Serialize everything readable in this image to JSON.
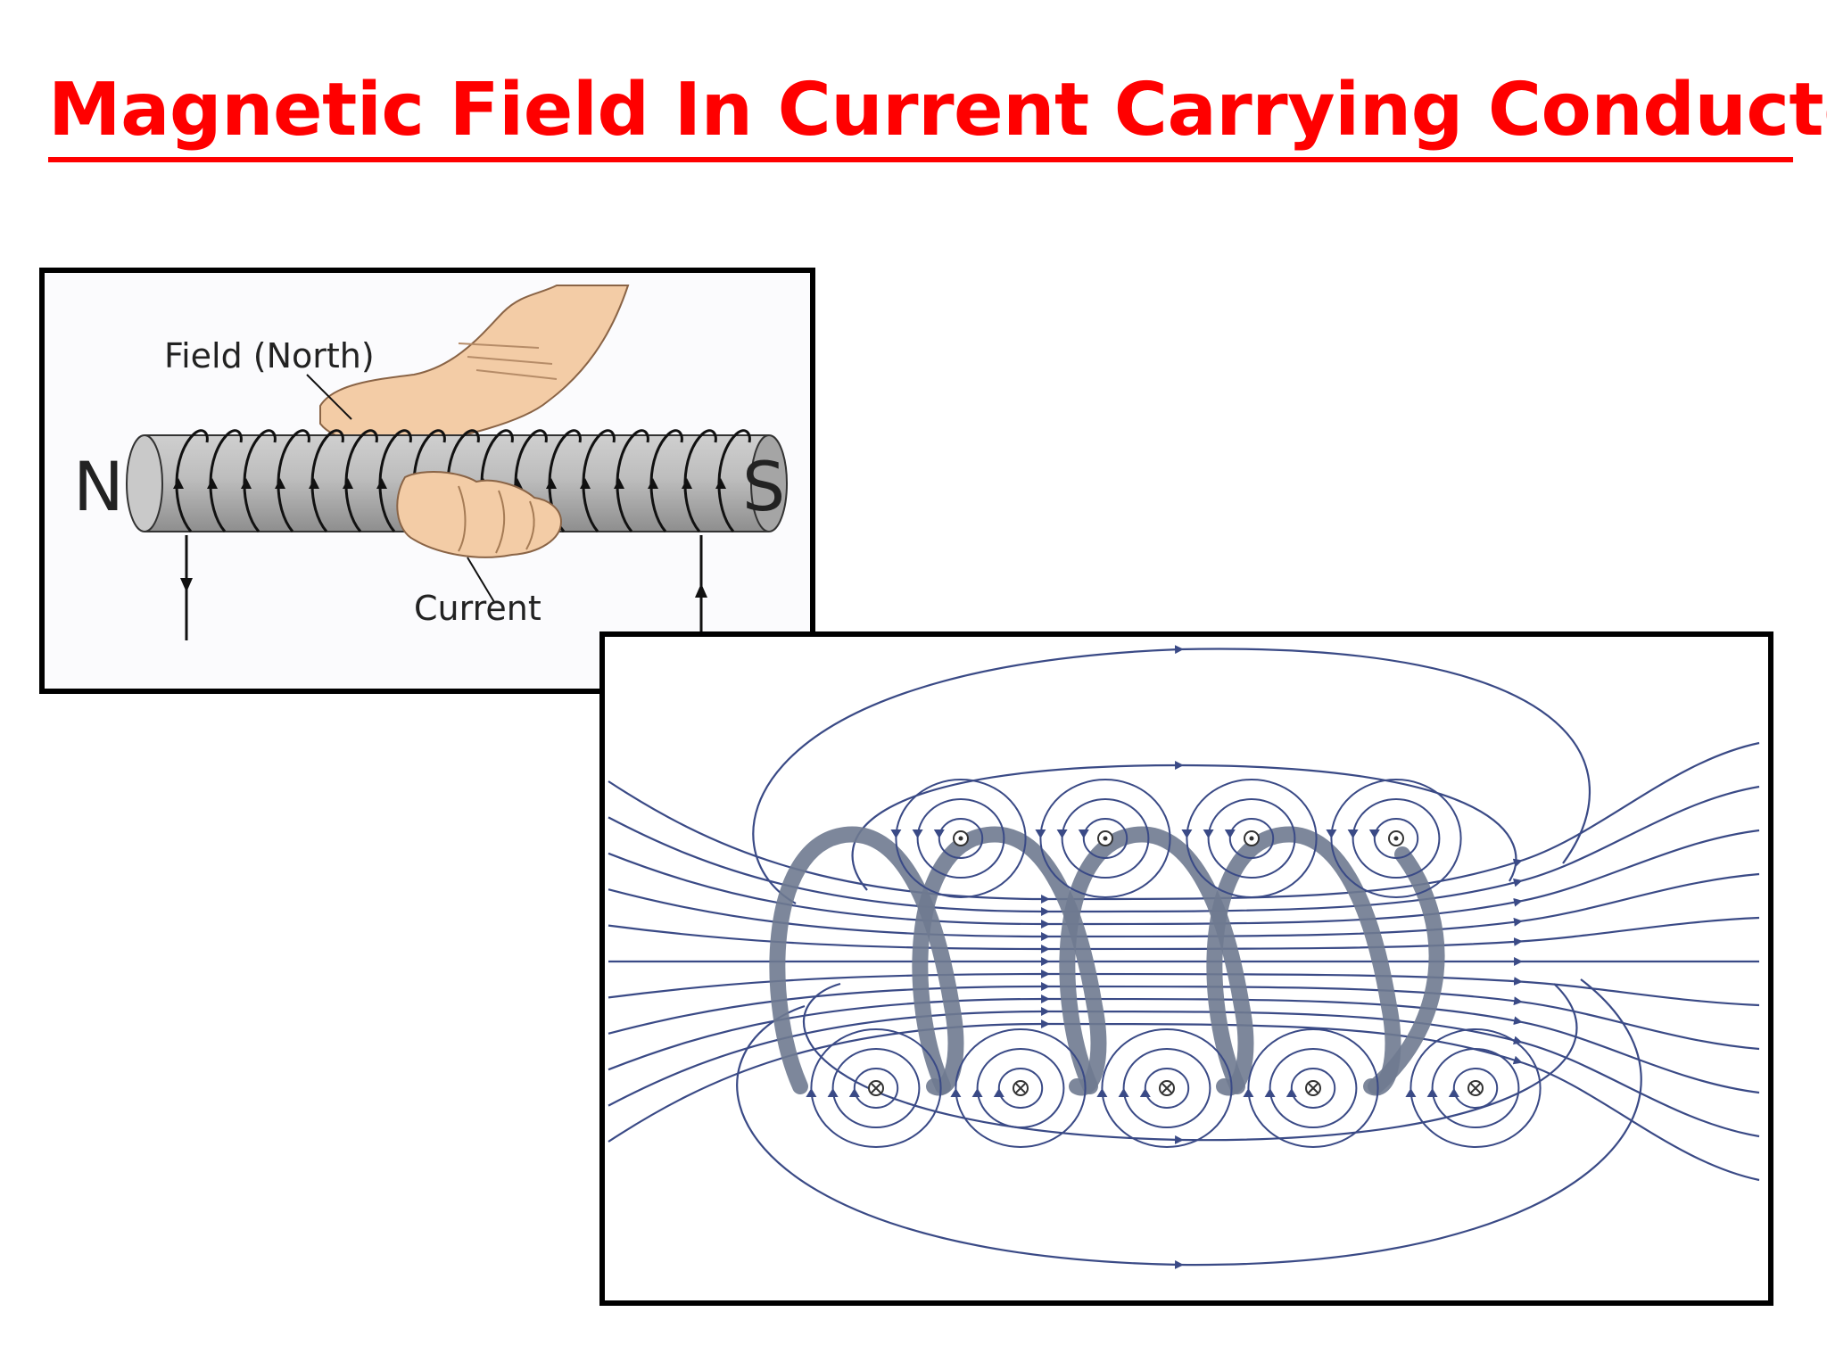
{
  "slide": {
    "title": "Magnetic Field In Current Carrying  Conductor",
    "title_color": "#ff0000"
  },
  "figure_top": {
    "field_label": "Field (North)",
    "current_label": "Current",
    "north_label": "N",
    "south_label": "S",
    "coil_color": "#111111",
    "rod_color": "#a9a9a9",
    "hand_color": "#f3cca6"
  },
  "figure_bottom": {
    "line_color": "#3a4a86",
    "wire_color": "#6f7a90"
  }
}
